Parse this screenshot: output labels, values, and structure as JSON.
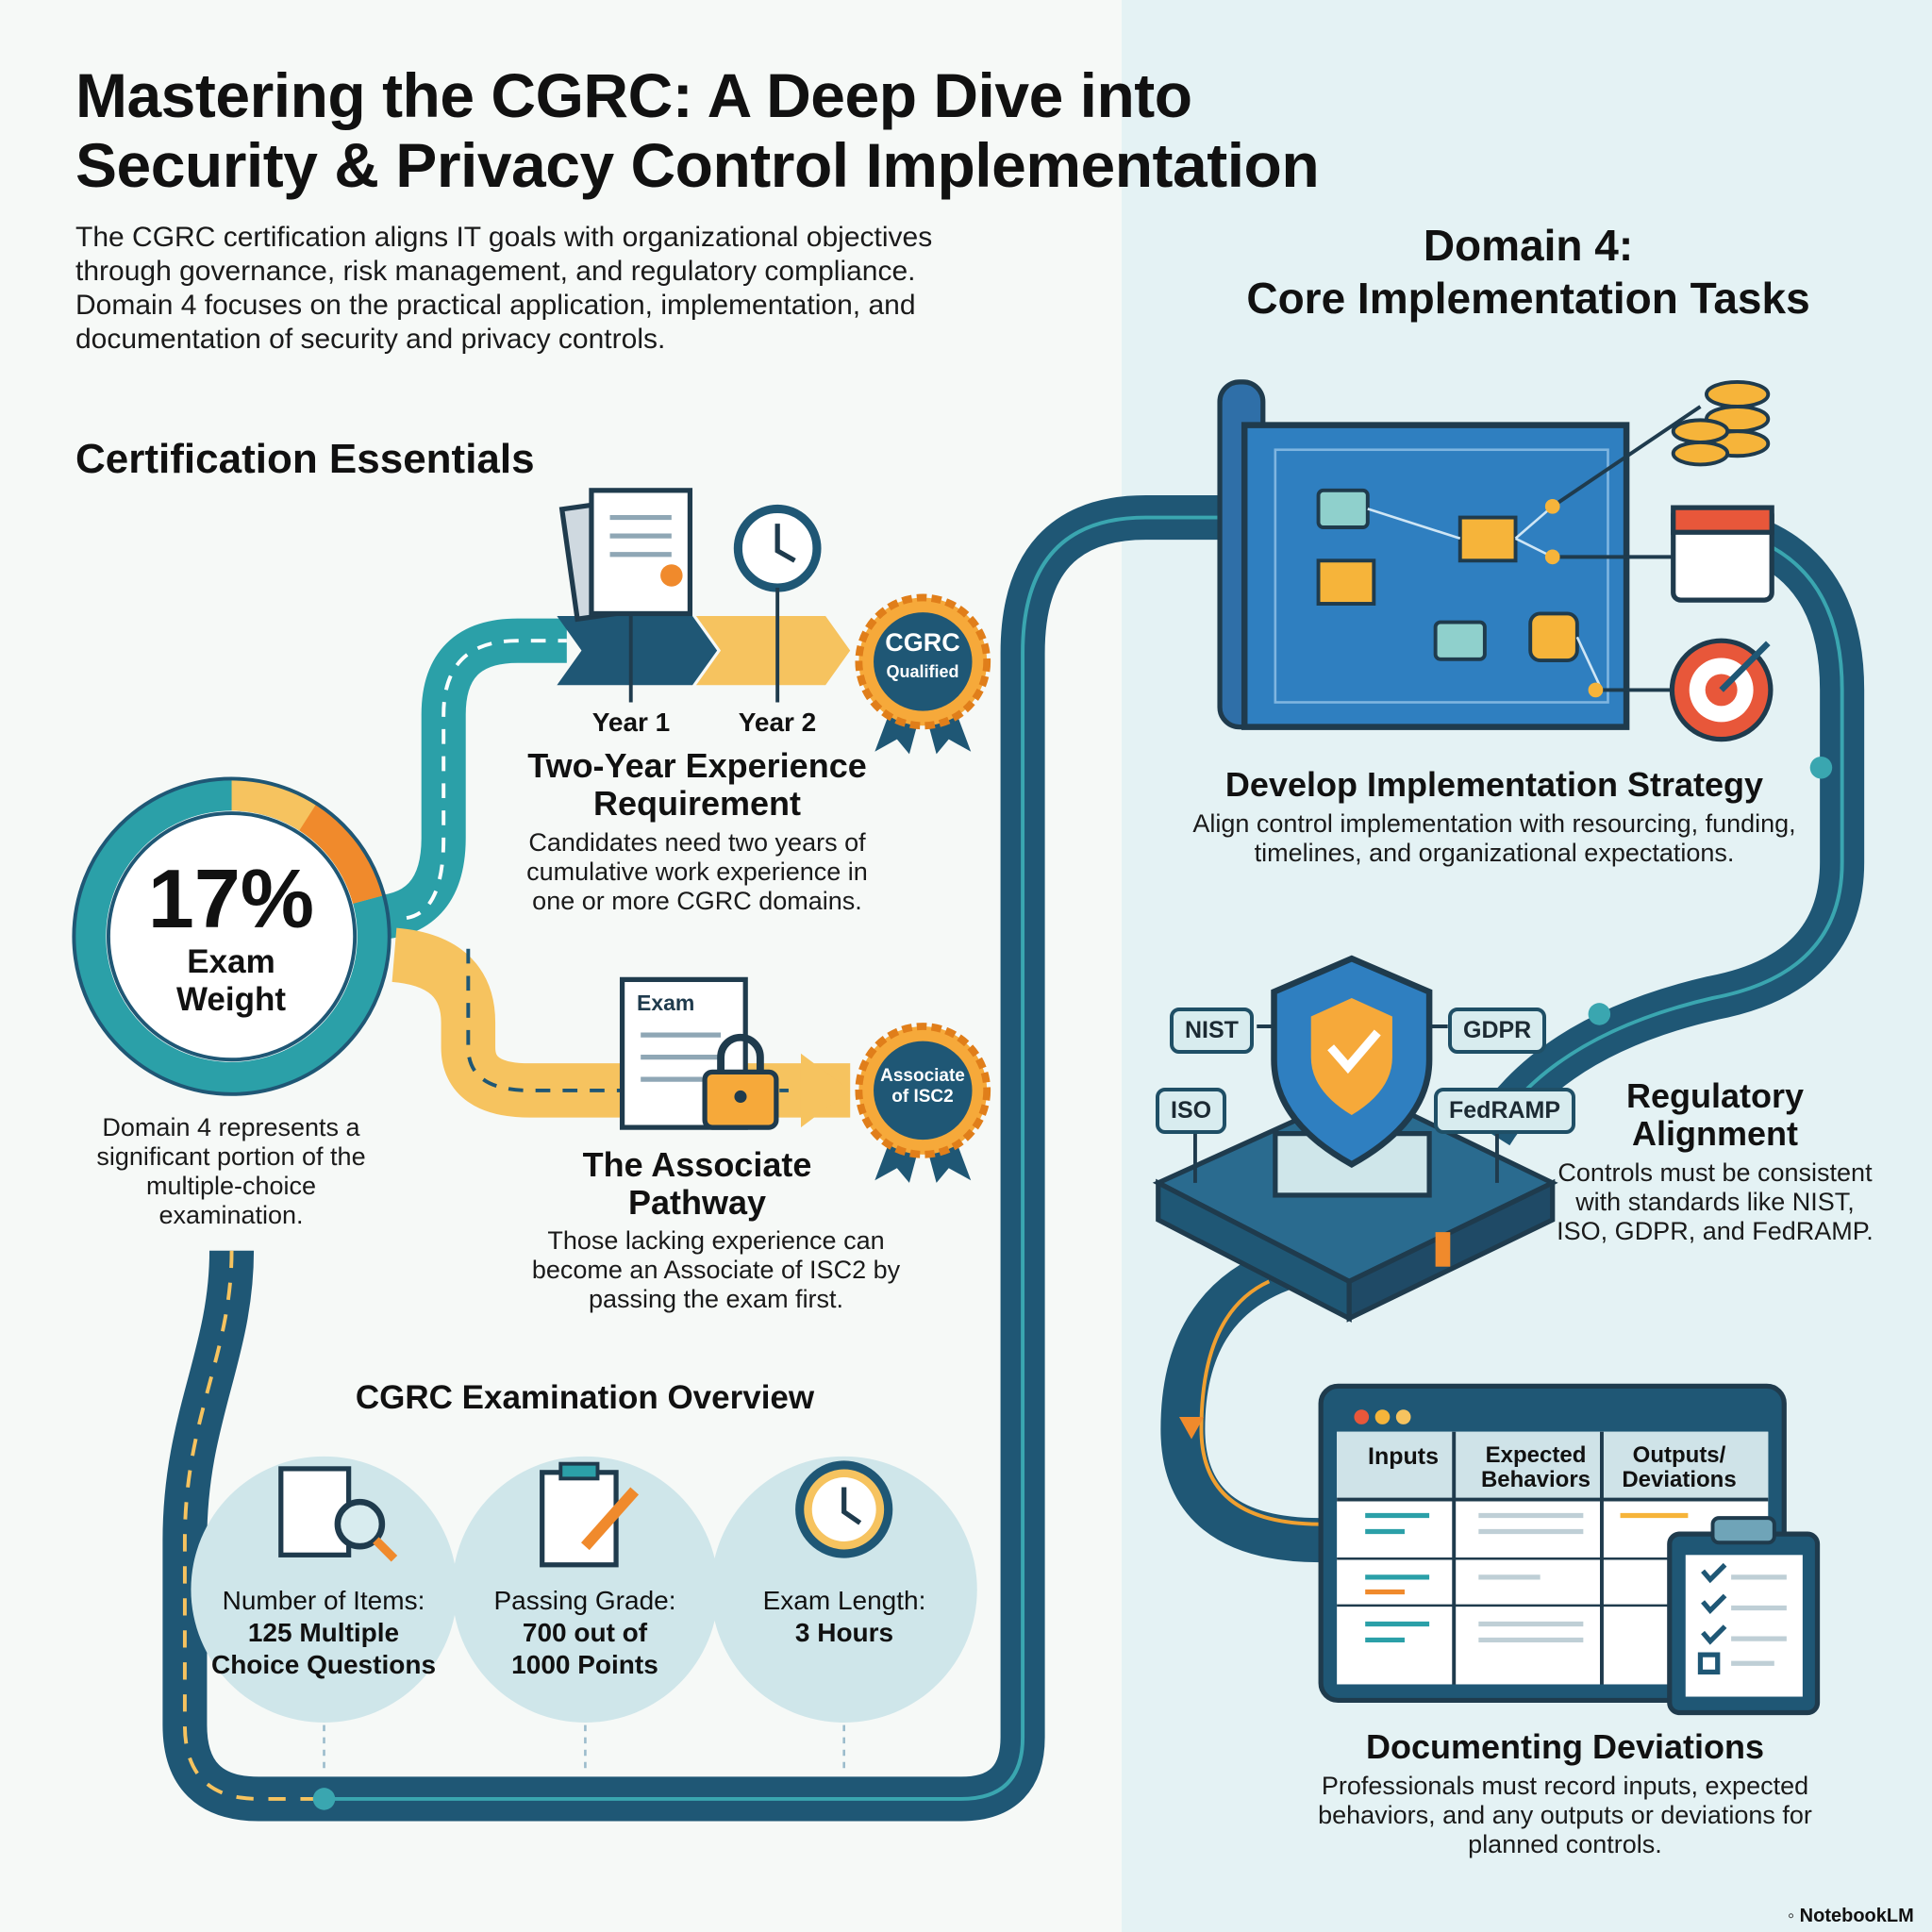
{
  "title": [
    "Mastering the CGRC: A Deep Dive into",
    "Security & Privacy Control Implementation"
  ],
  "intro": "The CGRC certification aligns IT goals with organizational objectives through governance, risk management, and regulatory compliance. Domain 4 focuses on the practical application, implementation, and documentation of security and privacy controls.",
  "left": {
    "section_title": "Certification Essentials",
    "exam_weight": {
      "percent": "17%",
      "label": "Exam Weight",
      "value_fraction": 0.17,
      "desc": "Domain 4 represents a significant portion of the multiple-choice examination."
    },
    "experience": {
      "year1": "Year 1",
      "year2": "Year 2",
      "badge": [
        "CGRC",
        "Qualified"
      ],
      "title": "Two-Year Experience Requirement",
      "desc": "Candidates need two years of cumulative work experience in one or more CGRC domains."
    },
    "associate": {
      "doc_label": "Exam",
      "badge": [
        "Associate",
        "of ISC2"
      ],
      "title": "The Associate Pathway",
      "desc": "Those lacking experience can become an Associate of ISC2 by passing the exam first."
    },
    "overview": {
      "title": "CGRC Examination Overview",
      "items": [
        {
          "label": "Number of Items:",
          "value": "125 Multiple Choice Questions",
          "icon": "checklist-magnifier-icon"
        },
        {
          "label": "Passing Grade:",
          "value": "700 out of 1000 Points",
          "icon": "clipboard-pencil-icon"
        },
        {
          "label": "Exam Length:",
          "value": "3 Hours",
          "icon": "clock-icon"
        }
      ]
    }
  },
  "right": {
    "section_title": [
      "Domain 4:",
      "Core Implementation Tasks"
    ],
    "strategy": {
      "title": "Develop Implementation Strategy",
      "desc": "Align control implementation with resourcing, funding, timelines, and organizational expectations."
    },
    "regulatory": {
      "tags": [
        "NIST",
        "GDPR",
        "ISO",
        "FedRAMP"
      ],
      "title": "Regulatory Alignment",
      "desc": "Controls must be consistent with standards like NIST, ISO, GDPR, and FedRAMP."
    },
    "documenting": {
      "columns": [
        "Inputs",
        "Expected Behaviors",
        "Outputs/ Deviations"
      ],
      "title": "Documenting Deviations",
      "desc": "Professionals must record inputs, expected behaviors, and any outputs or deviations for planned controls."
    }
  },
  "brand": "NotebookLM",
  "colors": {
    "navy": "#1f5775",
    "teal": "#2ba0a8",
    "yellow": "#f6c35f",
    "orange": "#f08a2c",
    "blue": "#2f7fc0"
  }
}
